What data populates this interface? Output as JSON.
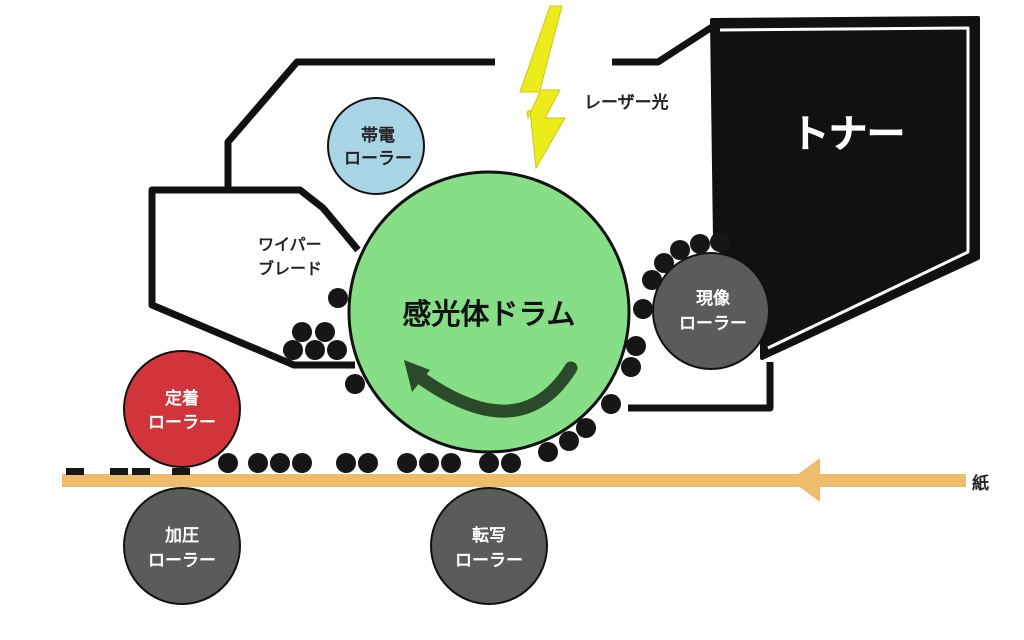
{
  "labels": {
    "laser": "レーザー光",
    "toner": "トナー",
    "charge_line1": "帯電",
    "charge_line2": "ローラー",
    "wiper_line1": "ワイパー",
    "wiper_line2": "ブレード",
    "drum": "感光体ドラム",
    "develop_line1": "現像",
    "develop_line2": "ローラー",
    "fuser_line1": "定着",
    "fuser_line2": "ローラー",
    "pressure_line1": "加圧",
    "pressure_line2": "ローラー",
    "transfer_line1": "転写",
    "transfer_line2": "ローラー",
    "paper": "紙"
  },
  "colors": {
    "drum": "#86df86",
    "charge_roller": "#a8d4e4",
    "fuser_roller": "#d1343a",
    "grey_roller": "#5b5b5b",
    "toner_box": "#111111",
    "paper": "#edbd6c",
    "laser": "#ecec1c",
    "particle": "#161616"
  }
}
